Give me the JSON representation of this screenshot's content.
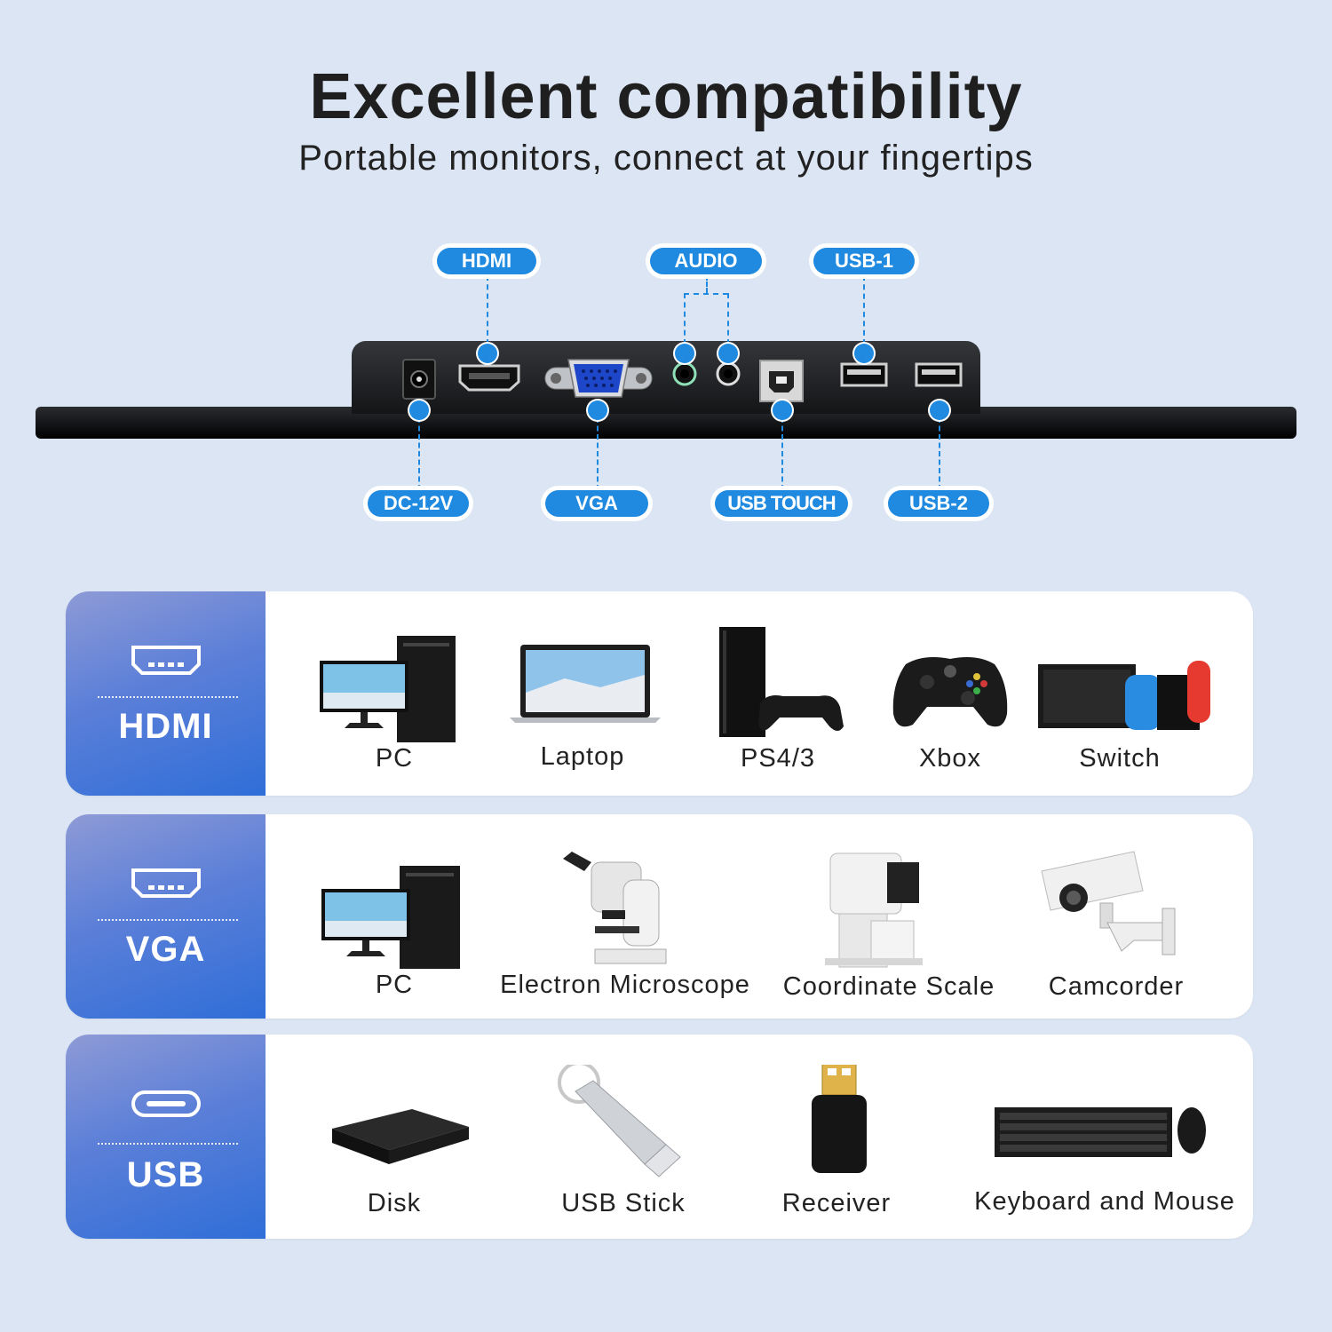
{
  "header": {
    "title": "Excellent compatibility",
    "subtitle": "Portable monitors, connect at your fingertips"
  },
  "ports": {
    "top": [
      "HDMI",
      "AUDIO",
      "USB-1"
    ],
    "bottom": [
      "DC-12V",
      "VGA",
      "USB TOUCH",
      "USB-2"
    ]
  },
  "rows": [
    {
      "label": "HDMI",
      "icon": "hdmi-icon",
      "devices": [
        "PC",
        "Laptop",
        "PS4/3",
        "Xbox",
        "Switch"
      ]
    },
    {
      "label": "VGA",
      "icon": "hdmi-icon",
      "devices": [
        "PC",
        "Electron Microscope",
        "Coordinate Scale",
        "Camcorder"
      ]
    },
    {
      "label": "USB",
      "icon": "usb-c-icon",
      "devices": [
        "Disk",
        "USB Stick",
        "Receiver",
        "Keyboard and Mouse"
      ]
    }
  ],
  "colors": {
    "background": "#dbe5f3",
    "accent": "#1f8ae0",
    "row_gradient_start": "#8e9ad6",
    "row_gradient_end": "#2f6ed8"
  }
}
